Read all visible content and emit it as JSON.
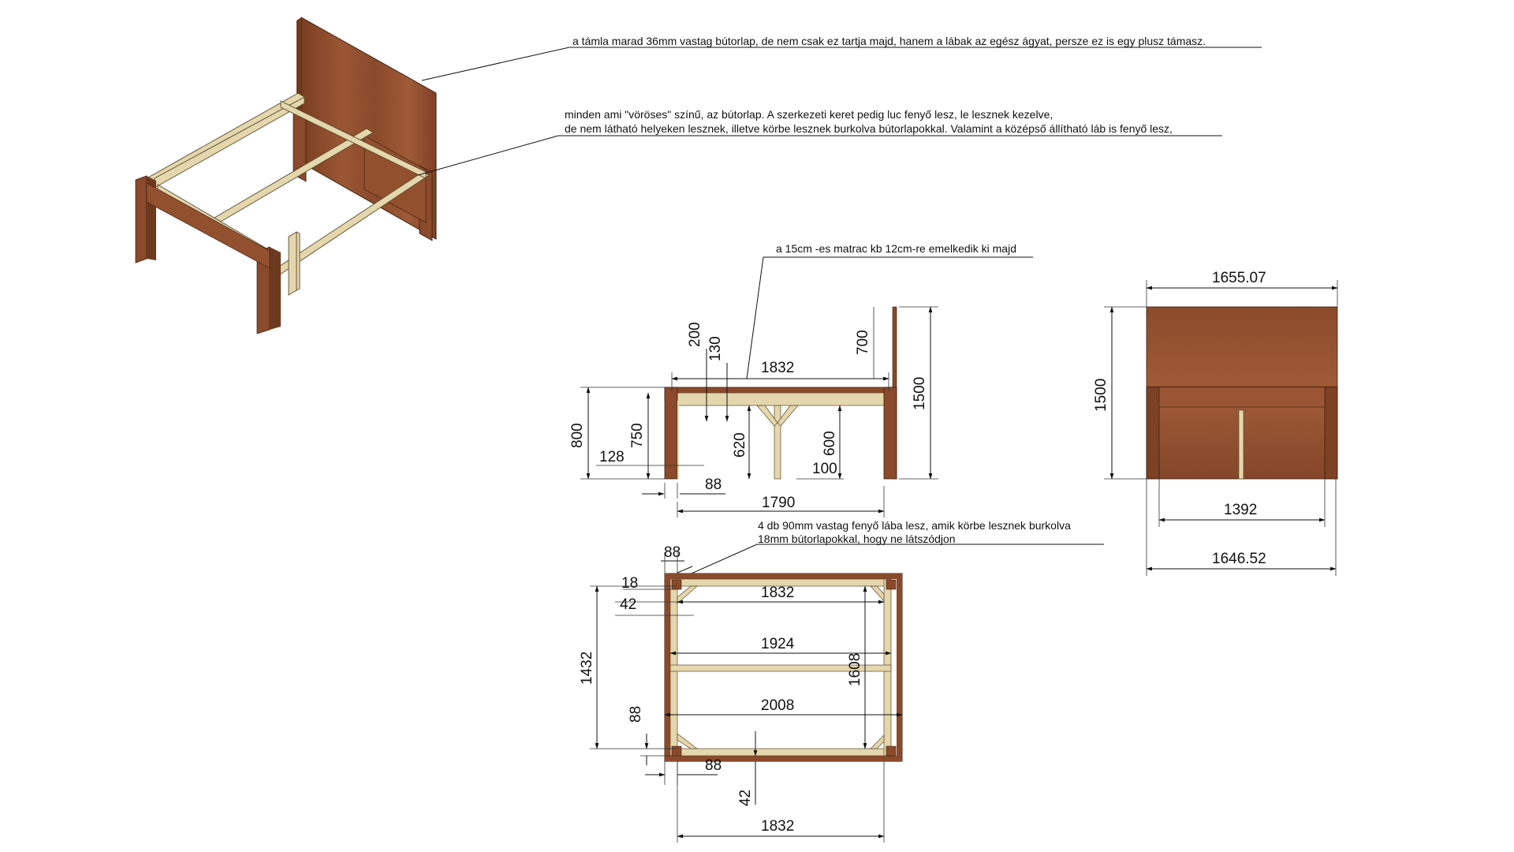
{
  "notes": {
    "headboard": "a támla marad 36mm vastag bútorlap, de nem csak ez tartja majd, hanem a lábak az egész ágyat, persze ez is egy plusz támasz.",
    "material_line1": "minden ami \"vöröses\" színű, az bútorlap. A szerkezeti keret pedig luc fenyő lesz, le lesznek kezelve,",
    "material_line2": "de nem látható helyeken lesznek, illetve körbe lesznek burkolva bútorlapokkal. Valamint a középső állítható láb is fenyő lesz,",
    "mattress": "a 15cm -es matrac kb 12cm-re emelkedik ki majd",
    "legs_line1": "4 db  90mm vastag fenyő lába lesz, amik körbe lesznek burkolva",
    "legs_line2": "18mm bútorlapokkal, hogy ne látszódjon"
  },
  "side_view": {
    "d200": "200",
    "d130": "130",
    "d1832": "1832",
    "d700": "700",
    "d1500": "1500",
    "d800": "800",
    "d750": "750",
    "d128": "128",
    "d620": "620",
    "d600": "600",
    "d100": "100",
    "d88": "88",
    "d1790": "1790"
  },
  "front_view": {
    "width_top": "1655.07",
    "height": "1500",
    "inner": "1392",
    "width_bottom": "1646.52"
  },
  "top_view": {
    "d88_top": "88",
    "d18": "18",
    "d42_left": "42",
    "d1832_top": "1832",
    "d1924": "1924",
    "d1608": "1608",
    "d1432": "1432",
    "d2008": "2008",
    "d88_left": "88",
    "d88_bottom": "88",
    "d42_bottom": "42",
    "d1832_bottom": "1832"
  },
  "colors": {
    "board": "#8a4a2b",
    "board_light": "#a5603a",
    "pine": "#e2d3a8",
    "pine_edge": "#6b5a3a",
    "line": "#111111"
  }
}
